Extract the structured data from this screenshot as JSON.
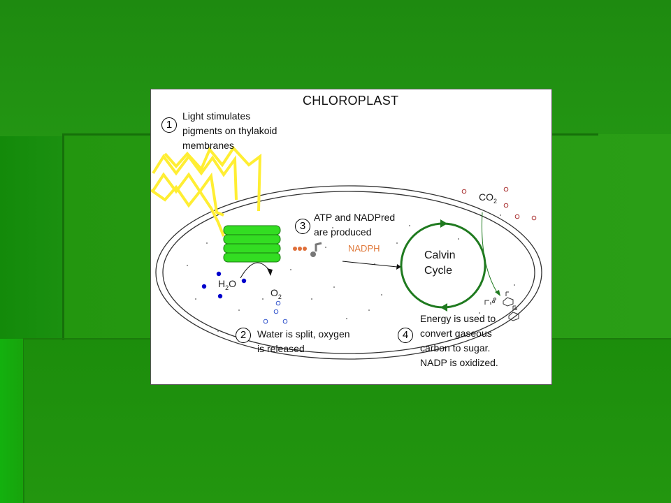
{
  "diagram": {
    "title": "CHLOROPLAST",
    "steps": [
      {
        "number": "1",
        "lines": [
          "Light stimulates",
          "pigments on thylakoid",
          "membranes"
        ]
      },
      {
        "number": "2",
        "lines": [
          "Water is split, oxygen",
          "is released"
        ]
      },
      {
        "number": "3",
        "lines": [
          "ATP and NADPred",
          "are produced"
        ]
      },
      {
        "number": "4",
        "lines": [
          "Energy is used to",
          "convert gaseous",
          "carbon to sugar.",
          "NADP is oxidized."
        ]
      }
    ],
    "calvin_cycle": [
      "Calvin",
      "Cycle"
    ],
    "labels": {
      "nadph": "NADPH",
      "h2o_main": "H",
      "h2o_sub": "2",
      "h2o_tail": "O",
      "o2_main": "O",
      "o2_sub": "2",
      "co2_main": "CO",
      "co2_sub": "2"
    },
    "colors": {
      "light_rays": "#ffee33",
      "thylakoid": "#33dd22",
      "calvin_ring": "#1f7a1f",
      "water_dots": "#0000cc",
      "oxygen_dots": "#3355cc",
      "co2_dots": "#aa3333",
      "atp_dots": "#e0703a",
      "nadph_text": "#e07a3c",
      "background": "#1f8f0f"
    }
  }
}
